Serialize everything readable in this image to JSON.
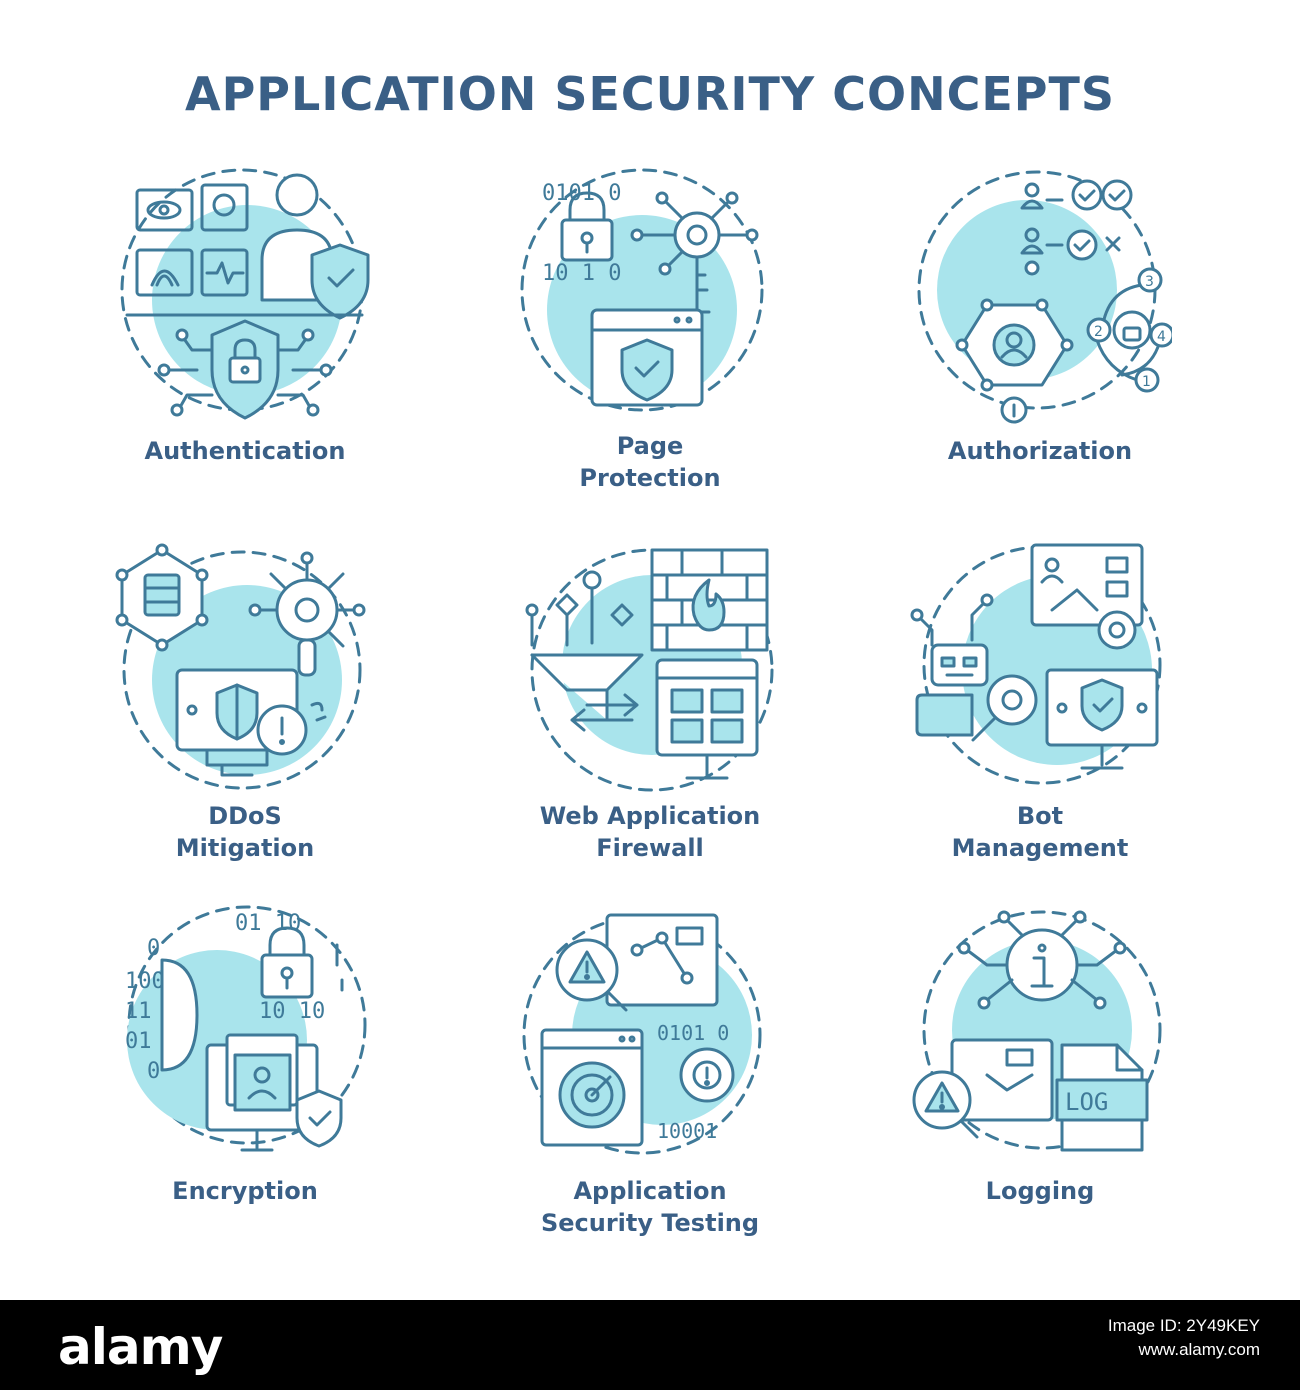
{
  "title": "APPLICATION SECURITY CONCEPTS",
  "colors": {
    "title": "#3a5f86",
    "stroke": "#3f7a99",
    "fill": "#a9e4ec",
    "blob": "#a9e4ec",
    "background": "#ffffff"
  },
  "concepts": [
    {
      "icon": "authentication-icon",
      "lines": [
        "Authentication"
      ]
    },
    {
      "icon": "page-protection-icon",
      "lines": [
        "Page",
        "Protection"
      ]
    },
    {
      "icon": "authorization-icon",
      "lines": [
        "Authorization"
      ]
    },
    {
      "icon": "ddos-mitigation-icon",
      "lines": [
        "DDoS",
        "Mitigation"
      ]
    },
    {
      "icon": "web-application-firewall-icon",
      "lines": [
        "Web Application",
        "Firewall"
      ]
    },
    {
      "icon": "bot-management-icon",
      "lines": [
        "Bot",
        "Management"
      ]
    },
    {
      "icon": "encryption-icon",
      "lines": [
        "Encryption"
      ]
    },
    {
      "icon": "application-security-testing-icon",
      "lines": [
        "Application",
        "Security Testing"
      ]
    },
    {
      "icon": "logging-icon",
      "lines": [
        "Logging"
      ]
    }
  ],
  "icon_text": {
    "auth_steps": [
      "1",
      "2",
      "3",
      "4"
    ],
    "binary_a": "0101 0",
    "binary_b": "10 1 0",
    "encryption_rows": [
      "0",
      "100",
      "11",
      "01",
      "0"
    ],
    "encryption_top": "01 10",
    "encryption_mid": "10 10",
    "testing_bits": "10001",
    "log_label": "LOG"
  },
  "footer": {
    "brand": "alamy",
    "image_id_label": "Image ID: 2Y49KEY",
    "site": "www.alamy.com"
  }
}
